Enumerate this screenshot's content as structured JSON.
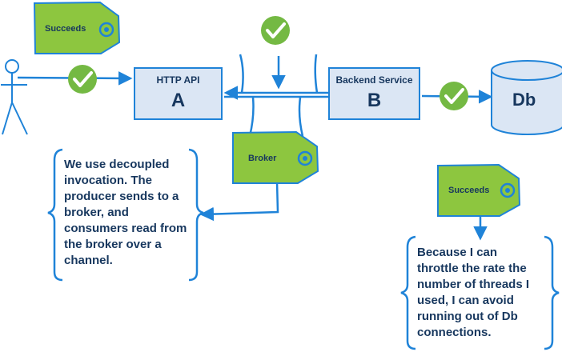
{
  "tags": {
    "top_left": "Succeeds",
    "broker": "Broker",
    "right": "Succeeds"
  },
  "nodes": {
    "api": {
      "label": "HTTP API",
      "letter": "A"
    },
    "backend": {
      "label": "Backend Service",
      "letter": "B"
    },
    "db": {
      "label": "Db"
    }
  },
  "notes": {
    "left": [
      "We use decoupled",
      "invocation. The",
      "producer sends to a",
      "broker, and",
      "consumers read from",
      "the broker over a",
      "channel."
    ],
    "right": [
      "Because I can",
      "throttle the rate the",
      "number of threads I",
      "used, I can avoid",
      "running out of Db",
      "connections."
    ]
  },
  "colors": {
    "line": "#1f83d8",
    "tag_fill": "#8dc63f",
    "tag_stroke": "#1f83d8",
    "check_fill": "#74b943",
    "node_fill": "#dbe6f4",
    "text": "#17375e"
  },
  "icons": [
    "stick-figure-icon",
    "check-icon",
    "tag-icon",
    "database-icon",
    "brace-icon"
  ]
}
